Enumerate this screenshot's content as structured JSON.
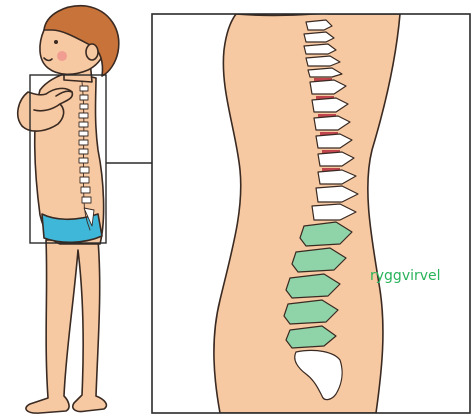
{
  "labels": {
    "vertebra": "ryggvirvel"
  },
  "colors": {
    "skin": "#f6c9a2",
    "skin_outline": "#3a2a22",
    "hair": "#c7733a",
    "underwear": "#3fb7d9",
    "bone": "#ffffff",
    "disc": "#c0454d",
    "lumbar_vertebra": "#8fd3a8",
    "label_text": "#29b35a",
    "frame": "#2a2a2a"
  },
  "icons": {
    "child": "child-profile-illustration",
    "spine": "spine-closeup-illustration"
  }
}
